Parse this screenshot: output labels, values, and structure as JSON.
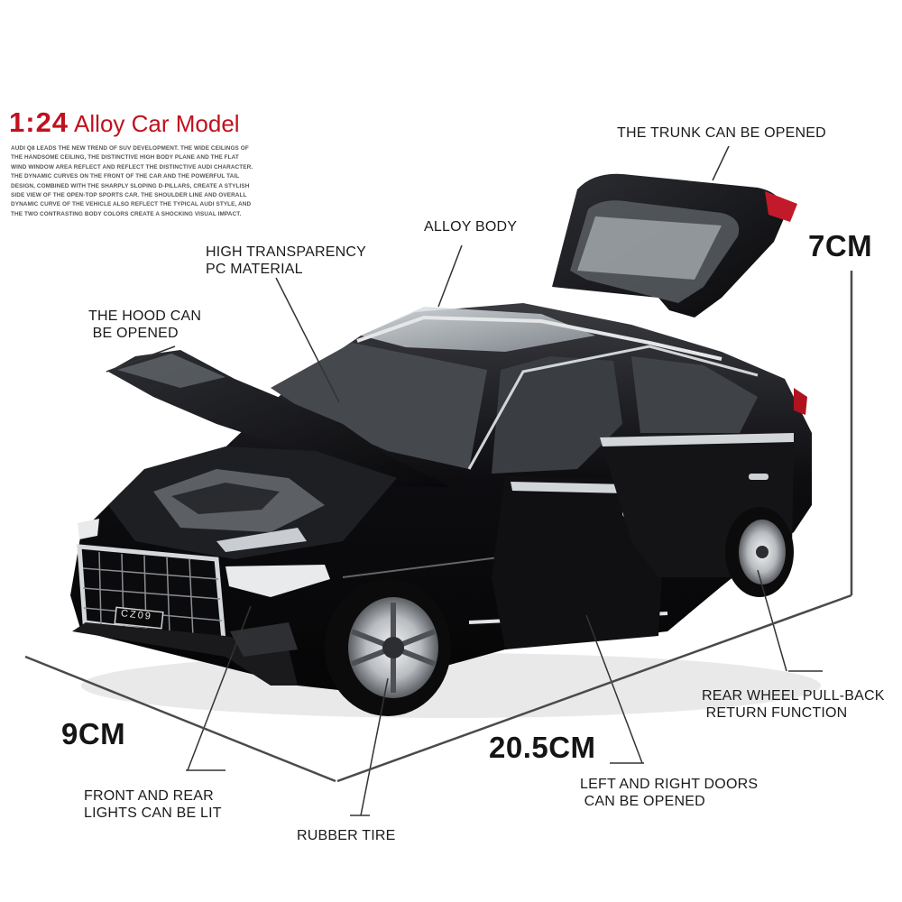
{
  "title": {
    "scale": "1:24",
    "text": "Alloy Car Model"
  },
  "description": "AUDI Q8 LEADS THE NEW TREND OF SUV DEVELOPMENT. THE WIDE CEILINGS OF THE HANDSOME CEILING, THE DISTINCTIVE HIGH BODY PLANE AND THE FLAT WIND WINDOW AREA REFLECT AND REFLECT THE DISTINCTIVE AUDI CHARACTER. THE DYNAMIC CURVES ON THE FRONT OF THE CAR AND THE POWERFUL TAIL DESIGN, COMBINED WITH THE SHARPLY SLOPING D-PILLARS, CREATE A STYLISH SIDE VIEW OF THE OPEN-TOP SPORTS CAR. THE SHOULDER LINE AND OVERALL DYNAMIC CURVE OF THE VEHICLE ALSO REFLECT THE TYPICAL AUDI STYLE, AND THE TWO CONTRASTING BODY COLORS CREATE A SHOCKING VISUAL IMPACT.",
  "callouts": {
    "trunk": "THE TRUNK CAN BE OPENED",
    "alloy_body": "ALLOY BODY",
    "pc_material": "HIGH TRANSPARENCY\nPC MATERIAL",
    "hood": "THE HOOD CAN\n BE OPENED",
    "rear_wheel": "REAR WHEEL PULL-BACK\n RETURN FUNCTION",
    "doors": "LEFT AND RIGHT DOORS\n CAN BE OPENED",
    "lights": "FRONT AND REAR\nLIGHTS CAN BE LIT",
    "tire": "RUBBER TIRE"
  },
  "dimensions": {
    "height": "7CM",
    "width": "9CM",
    "length": "20.5CM"
  },
  "plate": "CZ09",
  "colors": {
    "accent": "#c0111f",
    "body": "#0c0c0e",
    "chrome": "#d9dcdf"
  }
}
